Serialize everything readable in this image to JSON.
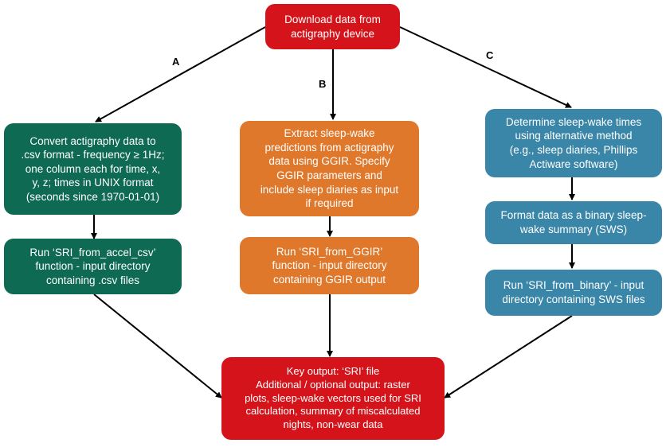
{
  "colors": {
    "start_end": "#d4141a",
    "branch_a": "#0e6a52",
    "branch_b": "#e0782c",
    "branch_c": "#3a86a8",
    "arrow": "#000000"
  },
  "nodes": {
    "start": "Download data from\nactigraphy device",
    "a1": "Convert actigraphy data to\n.csv format - frequency ≥ 1Hz;\none column each for time, x,\ny, z; times in UNIX format\n(seconds since 1970-01-01)",
    "a2": "Run ‘SRI_from_accel_csv’\nfunction - input directory\ncontaining .csv files",
    "b1": "Extract sleep-wake\npredictions from actigraphy\ndata using GGIR. Specify\nGGIR parameters and\ninclude sleep diaries as input\nif required",
    "b2": "Run ‘SRI_from_GGIR’\nfunction - input directory\ncontaining GGIR output",
    "c1": "Determine sleep-wake times\nusing alternative method\n(e.g., sleep diaries, Phillips\nActiware software)",
    "c2": "Format data as a binary sleep-\nwake summary (SWS)",
    "c3": "Run ‘SRI_from_binary’ - input\ndirectory containing SWS files",
    "end": "Key output: ‘SRI’ file\nAdditional / optional output: raster\nplots, sleep-wake vectors used for SRI\ncalculation, summary of miscalculated\nnights, non-wear data"
  },
  "branch_labels": {
    "a": "A",
    "b": "B",
    "c": "C"
  }
}
